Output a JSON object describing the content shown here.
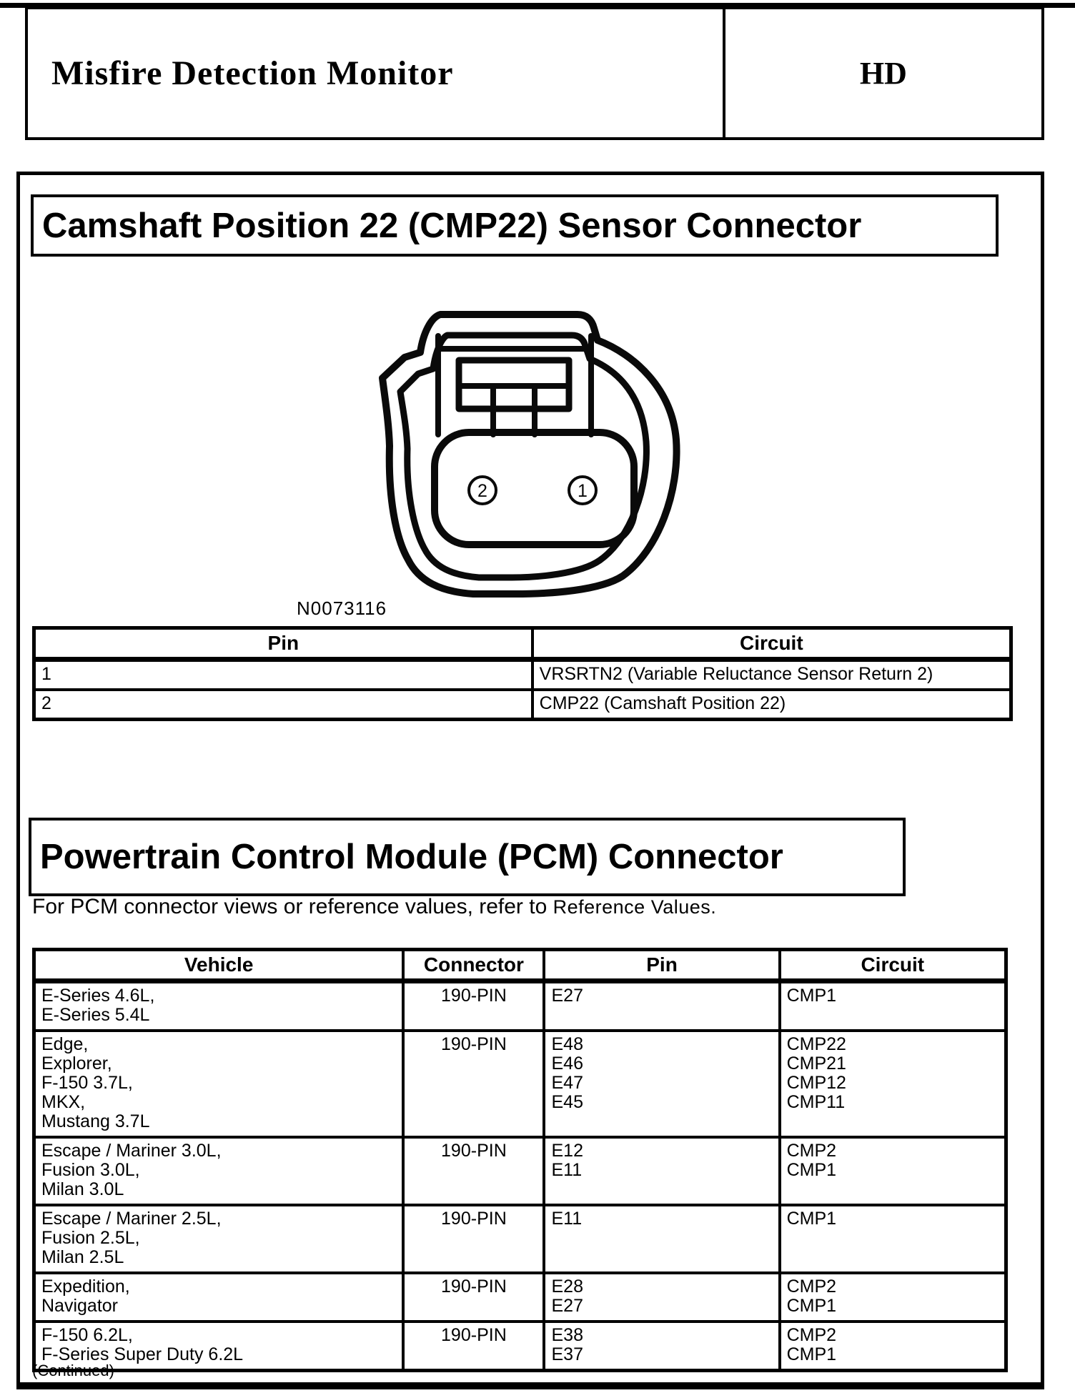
{
  "header": {
    "title": "Misfire Detection Monitor",
    "code": "HD"
  },
  "sensor_section": {
    "title": "Camshaft Position 22 (CMP22) Sensor Connector",
    "figure": {
      "label": "N0073116",
      "pin_left": "2",
      "pin_right": "1"
    },
    "pin_table": {
      "col_pin": "Pin",
      "col_circuit": "Circuit",
      "rows": [
        {
          "pin": "1",
          "circuit": "VRSRTN2 (Variable Reluctance Sensor Return 2)"
        },
        {
          "pin": "2",
          "circuit": "CMP22 (Camshaft Position 22)"
        }
      ]
    }
  },
  "pcm_section": {
    "title": "Powertrain Control Module (PCM) Connector",
    "note_prefix": "For PCM connector views or reference values, refer to ",
    "note_link": "Reference Values.",
    "table": {
      "headers": [
        "Vehicle",
        "Connector",
        "Pin",
        "Circuit"
      ],
      "rows": [
        {
          "vehicle": [
            "E-Series 4.6L,",
            "E-Series 5.4L"
          ],
          "connector": "190-PIN",
          "pins": [
            "E27"
          ],
          "circuits": [
            "CMP1"
          ]
        },
        {
          "vehicle": [
            "Edge,",
            "Explorer,",
            "F-150 3.7L,",
            "MKX,",
            "Mustang 3.7L"
          ],
          "connector": "190-PIN",
          "pins": [
            "E48",
            "E46",
            "E47",
            "E45"
          ],
          "circuits": [
            "CMP22",
            "CMP21",
            "CMP12",
            "CMP11"
          ]
        },
        {
          "vehicle": [
            "Escape / Mariner 3.0L,",
            "Fusion 3.0L,",
            "Milan 3.0L"
          ],
          "connector": "190-PIN",
          "pins": [
            "E12",
            "E11"
          ],
          "circuits": [
            "CMP2",
            "CMP1"
          ]
        },
        {
          "vehicle": [
            "Escape / Mariner 2.5L,",
            "Fusion 2.5L,",
            "Milan 2.5L"
          ],
          "connector": "190-PIN",
          "pins": [
            "E11"
          ],
          "circuits": [
            "CMP1"
          ]
        },
        {
          "vehicle": [
            "Expedition,",
            "Navigator"
          ],
          "connector": "190-PIN",
          "pins": [
            "E28",
            "E27"
          ],
          "circuits": [
            "CMP2",
            "CMP1"
          ]
        },
        {
          "vehicle": [
            "F-150 6.2L,",
            "F-Series Super Duty 6.2L"
          ],
          "connector": "190-PIN",
          "pins": [
            "E38",
            "E37"
          ],
          "circuits": [
            "CMP2",
            "CMP1"
          ]
        }
      ]
    },
    "continued": "(Continued)"
  }
}
